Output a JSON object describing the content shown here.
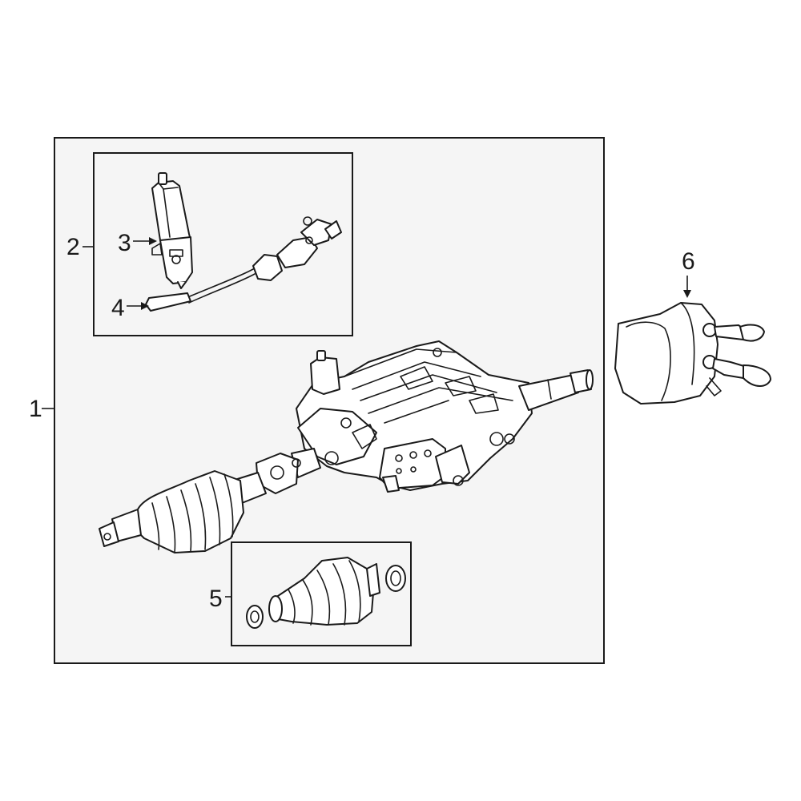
{
  "callouts": {
    "c1": "1",
    "c2": "2",
    "c3": "3",
    "c4": "4",
    "c5": "5",
    "c6": "6"
  },
  "colors": {
    "frame_fill": "#f5f5f5",
    "line": "#1a1a1a",
    "part_fill": "#ffffff"
  }
}
